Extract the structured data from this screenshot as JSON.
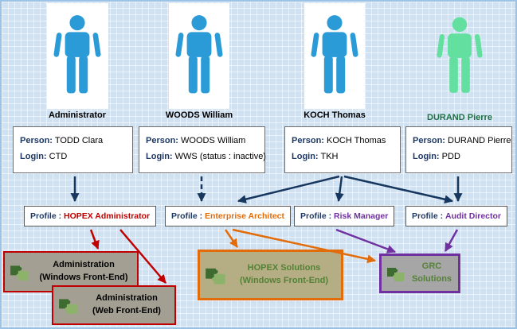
{
  "people": [
    {
      "name": "Administrator",
      "person_label": "Person:",
      "person_value": "TODD Clara",
      "login_label": "Login:",
      "login_value": "CTD"
    },
    {
      "name": "WOODS William",
      "person_label": "Person:",
      "person_value": "WOODS William",
      "login_label": "Login:",
      "login_value": "WWS (status : inactive)"
    },
    {
      "name": "KOCH Thomas",
      "person_label": "Person:",
      "person_value": "KOCH Thomas",
      "login_label": "Login:",
      "login_value": "TKH"
    },
    {
      "name": "DURAND Pierre",
      "person_label": "Person:",
      "person_value": "DURAND Pierre",
      "login_label": "Login:",
      "login_value": "PDD"
    }
  ],
  "profiles": [
    {
      "label": "Profile :",
      "value": "HOPEX Administrator",
      "color": "#c00000"
    },
    {
      "label": "Profile :",
      "value": "Enterprise Architect",
      "color": "#e36c0a"
    },
    {
      "label": "Profile :",
      "value": "Risk Manager",
      "color": "#7030a0"
    },
    {
      "label": "Profile :",
      "value": "Audit Director",
      "color": "#7030a0"
    }
  ],
  "apps": [
    {
      "line1": "Administration",
      "line2": "(Windows Front-End)",
      "border_color": "#c00000",
      "text_color": "#000000"
    },
    {
      "line1": "Administration",
      "line2": "(Web Front-End)",
      "border_color": "#c00000",
      "text_color": "#000000"
    },
    {
      "line1": "HOPEX Solutions",
      "line2": "(Windows Front-End)",
      "border_color": "#e36c0a",
      "text_color": "#548235"
    },
    {
      "line1": "GRC",
      "line2": "Solutions",
      "border_color": "#7030a0",
      "text_color": "#548235"
    }
  ],
  "colors": {
    "arrow_navy": "#17375e",
    "arrow_red": "#c00000",
    "arrow_orange": "#e36c0a",
    "arrow_purple": "#7030a0",
    "figure_blue": "#2b9bd8",
    "figure_green": "#63e0a0",
    "background": "#cfe2f4"
  }
}
